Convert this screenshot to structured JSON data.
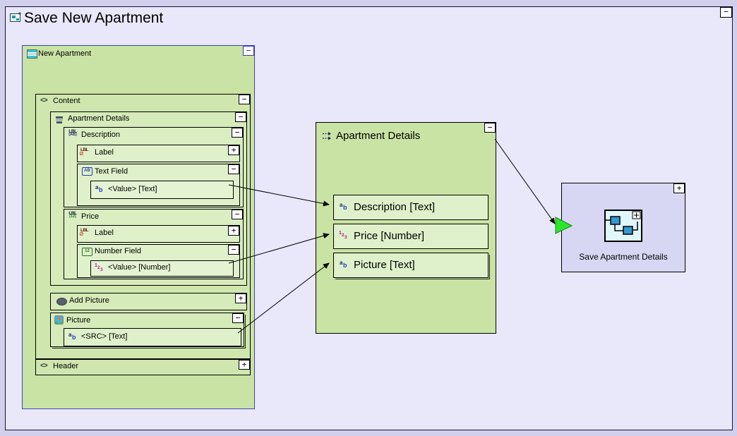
{
  "window": {
    "title": "Save New Apartment"
  },
  "glyphs": {
    "collapse": "−",
    "expand": "+",
    "tag": "<>",
    "lbl": "LBL",
    "ab_group": "(AB)",
    "num_group": "(12)",
    "ab_field": "AB",
    "num_field": "12",
    "a": "a",
    "b": "b",
    "n1": "1",
    "n2": "2",
    "n3": "3",
    "no_entry": "⊘"
  },
  "page": {
    "label": "New Apartment",
    "content": {
      "label": "Content",
      "form": {
        "label": "Apartment Details",
        "description": {
          "label": "Description",
          "field_label": "Label",
          "field": {
            "label": "Text Field",
            "value": "<Value> [Text]"
          }
        },
        "price": {
          "label": "Price",
          "field_label": "Label",
          "field": {
            "label": "Number Field",
            "value": "<Value> [Number]"
          }
        }
      },
      "add_picture": {
        "label": "Add Picture"
      },
      "picture": {
        "label": "Picture",
        "value": "<SRC> [Text]"
      }
    },
    "header": {
      "label": "Header"
    }
  },
  "parameters": {
    "label": "Apartment Details",
    "rows": [
      {
        "label": "Description [Text]"
      },
      {
        "label": "Price [Number]"
      },
      {
        "label": "Picture [Text]"
      }
    ]
  },
  "unit": {
    "label": "Save Apartment Details"
  },
  "colors": {
    "canvas_bg": "#d2cfec",
    "frame_bg": "#e9e7fa",
    "page_green": "#c9e3a4",
    "nested_green_1": "#cfe7ae",
    "nested_green_2": "#d5ebb9",
    "nested_green_3": "#daeec2",
    "row_green": "#dff1ca",
    "value_green": "#e4f4d3",
    "unit_lavender": "#d7d7f3",
    "selection_blue": "#4343bb",
    "ok_link_green": "#2ee52e",
    "field_blue": "#2a3ab0",
    "number_magenta": "#b0188e",
    "number_green": "#267326",
    "label_red": "#d01818"
  }
}
